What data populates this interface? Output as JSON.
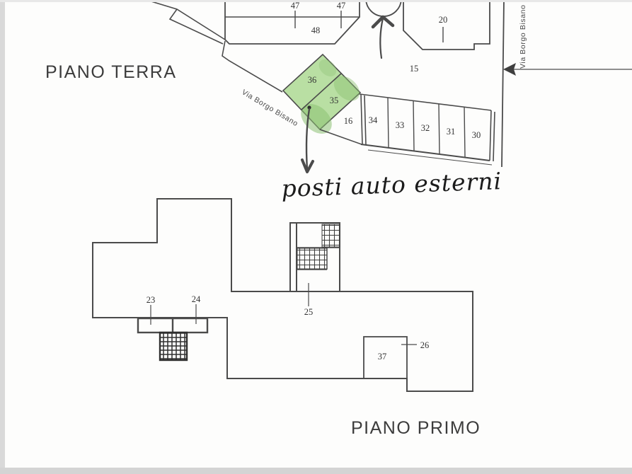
{
  "ground_floor": {
    "title": "PIANO TERRA",
    "street_diagonal": "Via Borgo Bisano",
    "street_vertical": "Via Borgo Bisano",
    "handwriting": "posti auto esterni",
    "room_47a": "47",
    "room_47b": "47",
    "room_48": "48",
    "room_20": "20",
    "area_15": "15",
    "green_36": "36",
    "green_35": "35",
    "plot_16": "16",
    "parking": {
      "p34": "34",
      "p33": "33",
      "p32": "32",
      "p31": "31",
      "p30": "30"
    }
  },
  "first_floor": {
    "title": "PIANO PRIMO",
    "room_23": "23",
    "room_24": "24",
    "room_25": "25",
    "room_37": "37",
    "room_26": "26"
  },
  "colors": {
    "line": "#4b4b4b",
    "green_fill": "#b9dfa3",
    "green_spill": "#8cc172",
    "label_text": "#333333",
    "scan_edge": "#d6d6d6"
  }
}
